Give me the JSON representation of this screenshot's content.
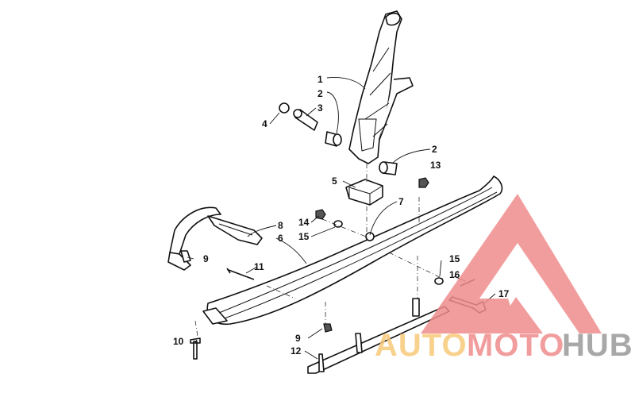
{
  "callouts": [
    {
      "id": "1",
      "label": "1"
    },
    {
      "id": "2a",
      "label": "2"
    },
    {
      "id": "3",
      "label": "3"
    },
    {
      "id": "4",
      "label": "4"
    },
    {
      "id": "2b",
      "label": "2"
    },
    {
      "id": "13",
      "label": "13"
    },
    {
      "id": "5",
      "label": "5"
    },
    {
      "id": "7",
      "label": "7"
    },
    {
      "id": "14",
      "label": "14"
    },
    {
      "id": "15a",
      "label": "15"
    },
    {
      "id": "8",
      "label": "8"
    },
    {
      "id": "6",
      "label": "6"
    },
    {
      "id": "9a",
      "label": "9"
    },
    {
      "id": "11",
      "label": "11"
    },
    {
      "id": "15b",
      "label": "15"
    },
    {
      "id": "16",
      "label": "16"
    },
    {
      "id": "17",
      "label": "17"
    },
    {
      "id": "9b",
      "label": "9"
    },
    {
      "id": "10",
      "label": "10"
    },
    {
      "id": "12",
      "label": "12"
    }
  ],
  "watermark": {
    "part1": "AUTO",
    "part2": "MOTO",
    "part3": "HUB",
    "color1": "#f7c97a",
    "color2": "#f08d8d",
    "color3": "#9a9a9a",
    "logo_color": "#f08d8d"
  }
}
